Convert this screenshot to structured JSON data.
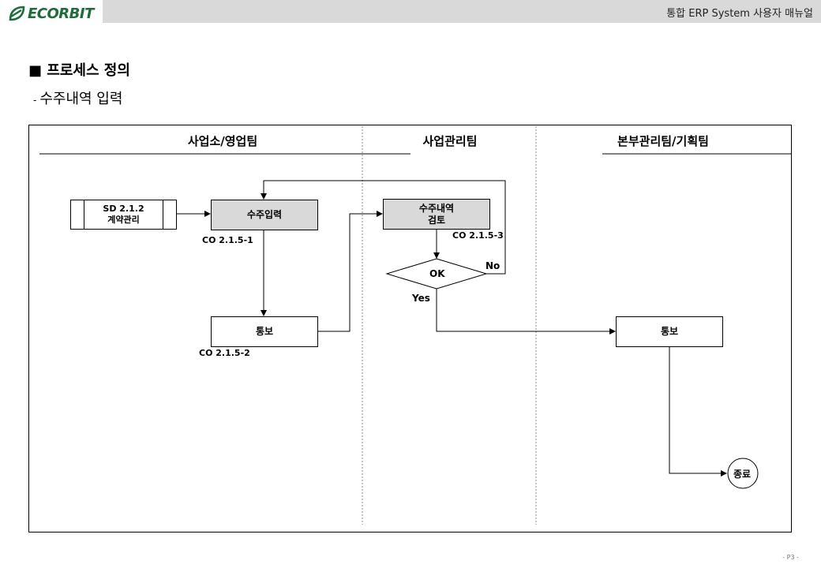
{
  "header": {
    "logo_text": "ECORBIT",
    "title": "통합 ERP System 사용자 매뉴얼"
  },
  "section": {
    "title": "■ 프로세스 정의",
    "subtitle_dash": "-",
    "subtitle": "수주내역 입력"
  },
  "lanes": [
    "사업소/영업팀",
    "사업관리팀",
    "본부관리팀/기획팀"
  ],
  "nodes": {
    "contract": {
      "line1": "SD 2.1.2",
      "line2": "계약관리"
    },
    "order_input": {
      "label": "수주입력",
      "ref": "CO 2.1.5-1"
    },
    "notify1": {
      "label": "통보",
      "ref": "CO 2.1.5-2"
    },
    "review": {
      "line1": "수주내역",
      "line2": "검토",
      "ref": "CO 2.1.5-3"
    },
    "decision": {
      "label": "OK",
      "yes": "Yes",
      "no": "No"
    },
    "notify2": {
      "label": "통보"
    },
    "end": {
      "label": "종료"
    }
  },
  "colors": {
    "process_fill": "#d9d9d9",
    "logo_green": "#1f6b3a",
    "header_bar": "#d9d9d9"
  },
  "footer": {
    "page": "- P3 -"
  }
}
